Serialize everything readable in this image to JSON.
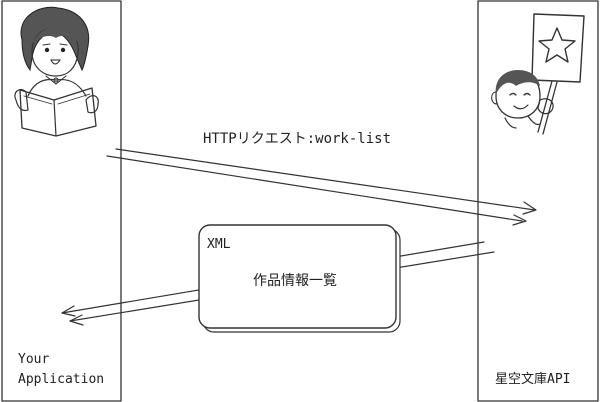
{
  "lanes": {
    "left_label_line1": "Your",
    "left_label_line2": "Application",
    "right_label": "星空文庫API"
  },
  "request": {
    "label": "HTTPリクエスト:work-list"
  },
  "response": {
    "format": "XML",
    "content": "作品情報一覧"
  },
  "icons": {
    "left_actor": "girl-reading-book-icon",
    "right_actor": "boy-holding-star-sign-icon"
  }
}
